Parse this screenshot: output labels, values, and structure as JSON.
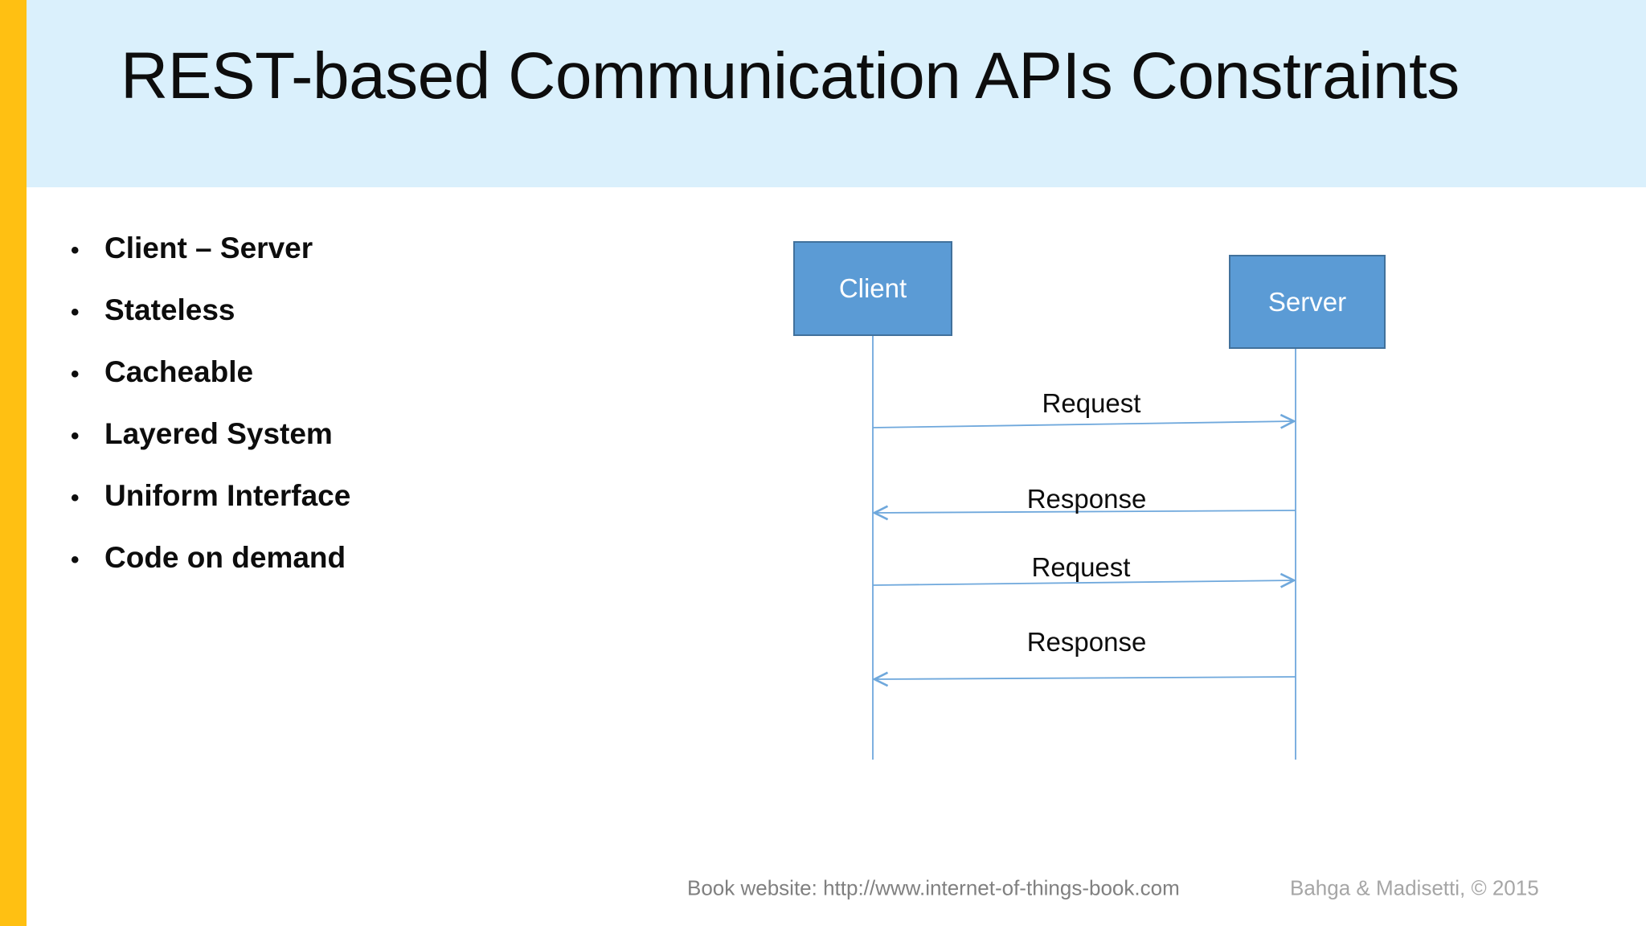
{
  "slide": {
    "title": "REST-based Communication APIs Constraints",
    "accent_bar_color": "#FFC012",
    "header_background_color": "#DAF0FC",
    "background_color": "#FFFFFF"
  },
  "bullets": {
    "marker": "•",
    "items": [
      {
        "label": "Client – Server"
      },
      {
        "label": "Stateless"
      },
      {
        "label": "Cacheable"
      },
      {
        "label": "Layered System"
      },
      {
        "label": "Uniform Interface"
      },
      {
        "label": "Code on demand"
      }
    ]
  },
  "diagram": {
    "type": "sequence-diagram",
    "node_fill_color": "#5B9BD5",
    "node_border_color": "#41719C",
    "line_color": "#6FA8DC",
    "participants": [
      {
        "name": "client",
        "label": "Client"
      },
      {
        "name": "server",
        "label": "Server"
      }
    ],
    "messages": [
      {
        "label": "Request",
        "from": "client",
        "to": "server",
        "direction": "right"
      },
      {
        "label": "Response",
        "from": "server",
        "to": "client",
        "direction": "left"
      },
      {
        "label": "Request",
        "from": "client",
        "to": "server",
        "direction": "right"
      },
      {
        "label": "Response",
        "from": "server",
        "to": "client",
        "direction": "left"
      }
    ]
  },
  "footer": {
    "book_website": "Book website: http://www.internet-of-things-book.com",
    "copyright": "Bahga & Madisetti, © 2015"
  }
}
